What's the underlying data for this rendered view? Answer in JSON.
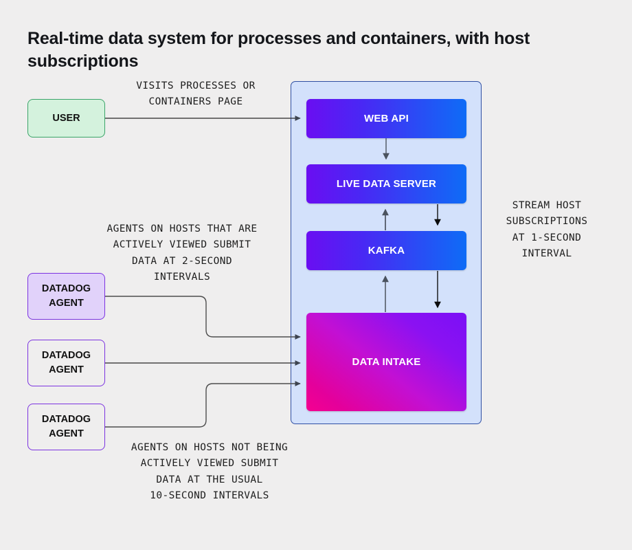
{
  "page": {
    "title": "Real-time data system for processes and containers, with host subscriptions",
    "background_color": "#efeeee"
  },
  "actors": {
    "user": {
      "label": "USER",
      "fill": "#d4f2dd",
      "border": "#3aa468"
    },
    "agent_1": {
      "label": "DATADOG\nAGENT",
      "fill": "#e1d2fa",
      "border": "#7b32e0"
    },
    "agent_2": {
      "label": "DATADOG\nAGENT",
      "fill": "transparent",
      "border": "#7b32e0"
    },
    "agent_3": {
      "label": "DATADOG\nAGENT",
      "fill": "transparent",
      "border": "#7b32e0"
    }
  },
  "system": {
    "container_fill": "#d3e1fb",
    "container_border": "#2f4fa3",
    "services": [
      {
        "label": "WEB API",
        "gradient_from": "#6a0ef2",
        "gradient_to": "#0e6cf6"
      },
      {
        "label": "LIVE DATA SERVER",
        "gradient_from": "#6a0ef2",
        "gradient_to": "#0e6cf6"
      },
      {
        "label": "KAFKA",
        "gradient_from": "#6a0ef2",
        "gradient_to": "#0e6cf6"
      },
      {
        "label": "DATA INTAKE",
        "gradient_from": "#f50090",
        "gradient_to": "#7a10f6"
      }
    ]
  },
  "annotations": {
    "user_flow": "VISITS PROCESSES OR\nCONTAINERS PAGE",
    "active_agents": "AGENTS ON HOSTS THAT ARE\nACTIVELY VIEWED SUBMIT\nDATA AT 2-SECOND\nINTERVALS",
    "stream_host": "STREAM HOST\nSUBSCRIPTIONS\nAT 1-SECOND\nINTERVAL",
    "inactive_agents": "AGENTS ON HOSTS NOT BEING\nACTIVELY VIEWED SUBMIT\nDATA AT THE USUAL\n10-SECOND INTERVALS"
  },
  "connectors": {
    "stroke_color": "#3b3b3b",
    "arrow_color": "#333333"
  }
}
